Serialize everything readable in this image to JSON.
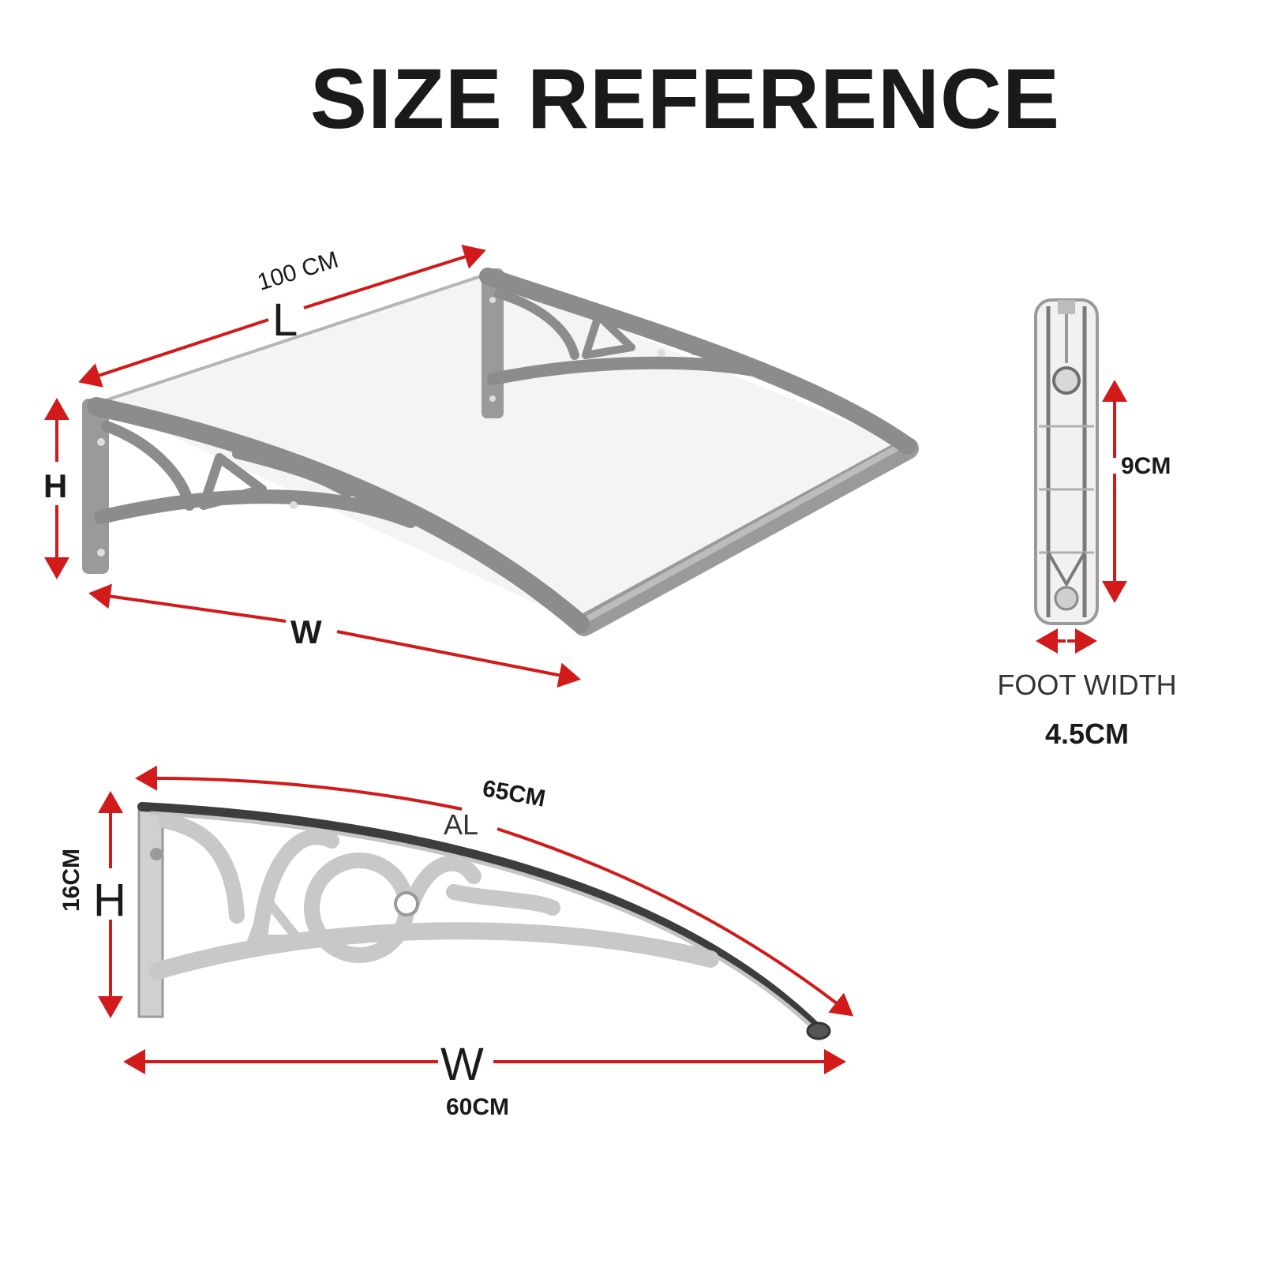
{
  "title": "SIZE REFERENCE",
  "canopy": {
    "length_value": "100 CM",
    "length_letter": "L",
    "height_letter": "H",
    "width_letter": "W"
  },
  "foot": {
    "height_value": "9CM",
    "caption": "FOOT WIDTH",
    "width_value": "4.5CM"
  },
  "bracket": {
    "arc_value": "65CM",
    "material": "AL",
    "height_value": "16CM",
    "height_letter": "H",
    "width_letter": "W",
    "width_value": "60CM"
  },
  "colors": {
    "arrow": "#d21a1a",
    "frame": "#8c8c8c",
    "frame_light": "#c4c4c4",
    "text": "#1a1a1a"
  }
}
